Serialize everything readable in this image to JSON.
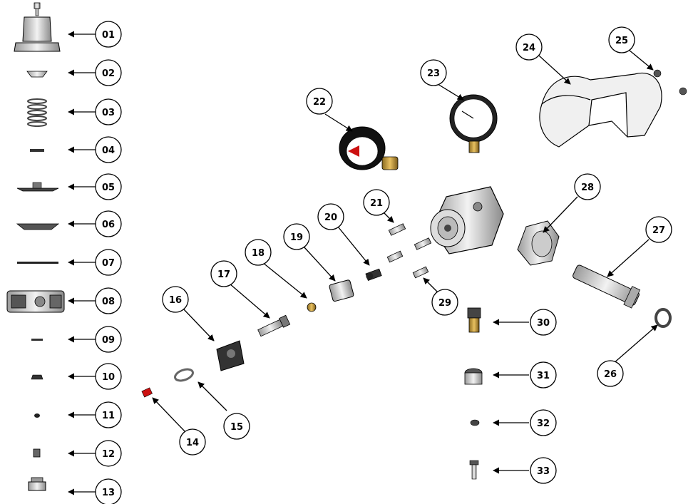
{
  "diagram": {
    "callouts": [
      {
        "id": "01",
        "label": "01"
      },
      {
        "id": "02",
        "label": "02"
      },
      {
        "id": "03",
        "label": "03"
      },
      {
        "id": "04",
        "label": "04"
      },
      {
        "id": "05",
        "label": "05"
      },
      {
        "id": "06",
        "label": "06"
      },
      {
        "id": "07",
        "label": "07"
      },
      {
        "id": "08",
        "label": "08"
      },
      {
        "id": "09",
        "label": "09"
      },
      {
        "id": "10",
        "label": "10"
      },
      {
        "id": "11",
        "label": "11"
      },
      {
        "id": "12",
        "label": "12"
      },
      {
        "id": "13",
        "label": "13"
      },
      {
        "id": "14",
        "label": "14"
      },
      {
        "id": "15",
        "label": "15"
      },
      {
        "id": "16",
        "label": "16"
      },
      {
        "id": "17",
        "label": "17"
      },
      {
        "id": "18",
        "label": "18"
      },
      {
        "id": "19",
        "label": "19"
      },
      {
        "id": "20",
        "label": "20"
      },
      {
        "id": "21",
        "label": "21"
      },
      {
        "id": "22",
        "label": "22"
      },
      {
        "id": "23",
        "label": "23"
      },
      {
        "id": "24",
        "label": "24"
      },
      {
        "id": "25",
        "label": "25"
      },
      {
        "id": "26",
        "label": "26"
      },
      {
        "id": "27",
        "label": "27"
      },
      {
        "id": "28",
        "label": "28"
      },
      {
        "id": "29",
        "label": "29"
      },
      {
        "id": "30",
        "label": "30"
      },
      {
        "id": "31",
        "label": "31"
      },
      {
        "id": "32",
        "label": "32"
      },
      {
        "id": "33",
        "label": "33"
      }
    ],
    "colors": {
      "line": "#000000",
      "part_fill": "#e8e8e8",
      "part_dark": "#222222",
      "accent_red": "#cc1111",
      "brass": "#c8a040"
    }
  }
}
